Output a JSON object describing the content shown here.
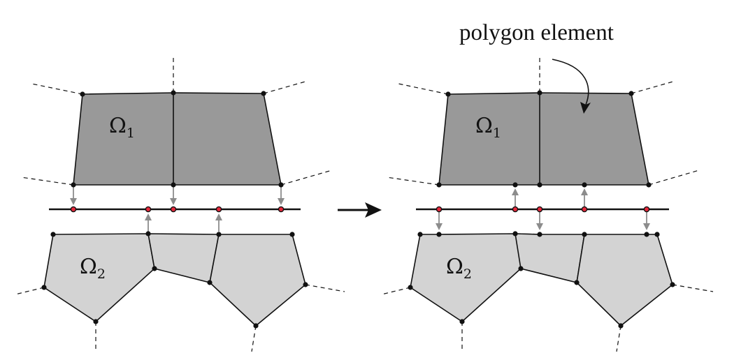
{
  "labels": {
    "omega1_symbol": "Ω",
    "omega1_sub": "1",
    "omega2_symbol": "Ω",
    "omega2_sub": "2",
    "annotation": "polygon element"
  }
}
